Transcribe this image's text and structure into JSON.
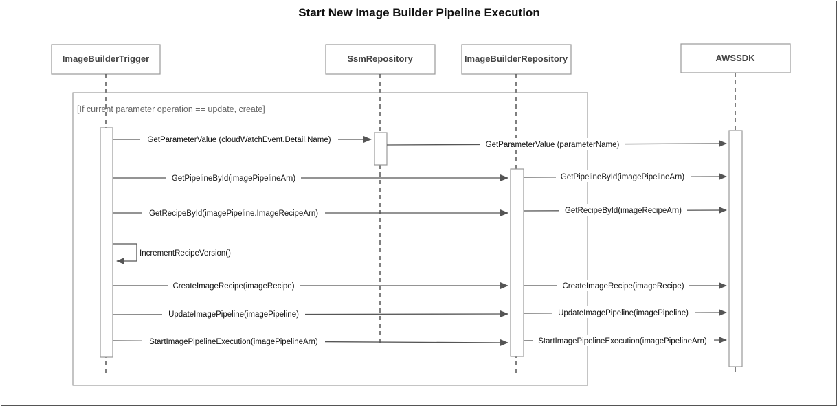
{
  "diagram": {
    "title": "Start New Image Builder Pipeline Execution",
    "participants": [
      {
        "id": "trigger",
        "label": "ImageBuilderTrigger"
      },
      {
        "id": "ssm",
        "label": "SsmRepository"
      },
      {
        "id": "ibrepo",
        "label": "ImageBuilderRepository"
      },
      {
        "id": "aws",
        "label": "AWSSDK"
      }
    ],
    "fragment": {
      "label": "[If current parameter operation == update, create]"
    },
    "messages": [
      {
        "from": "trigger",
        "to": "ssm",
        "label": "GetParameterValue (cloudWatchEvent.Detail.Name)"
      },
      {
        "from": "ssm",
        "to": "aws",
        "label": "GetParameterValue (parameterName)"
      },
      {
        "from": "trigger",
        "to": "ibrepo",
        "label": "GetPipelineById(imagePipelineArn)"
      },
      {
        "from": "ibrepo",
        "to": "aws",
        "label": "GetPipelineById(imagePipelineArn)"
      },
      {
        "from": "trigger",
        "to": "ibrepo",
        "label": "GetRecipeById(imagePipeline.ImageRecipeArn)"
      },
      {
        "from": "ibrepo",
        "to": "aws",
        "label": "GetRecipeById(imageRecipeArn)"
      },
      {
        "from": "trigger",
        "to": "trigger",
        "label": "IncrementRecipeVersion()"
      },
      {
        "from": "trigger",
        "to": "ibrepo",
        "label": "CreateImageRecipe(imageRecipe)"
      },
      {
        "from": "ibrepo",
        "to": "aws",
        "label": "CreateImageRecipe(imageRecipe)"
      },
      {
        "from": "trigger",
        "to": "ibrepo",
        "label": "UpdateImagePipeline(imagePipeline)"
      },
      {
        "from": "ibrepo",
        "to": "aws",
        "label": "UpdateImagePipeline(imagePipeline)"
      },
      {
        "from": "trigger",
        "to": "ibrepo",
        "label": "StartImagePipelineExecution(imagePipelineArn)"
      },
      {
        "from": "ibrepo",
        "to": "aws",
        "label": "StartImagePipelineExecution(imagePipelineArn)"
      }
    ],
    "colors": {
      "line": "#555555",
      "box_border": "#999999",
      "box_fill": "#ffffff",
      "text": "#111111",
      "participant_text": "#444444",
      "fragment_text": "#666666"
    }
  }
}
